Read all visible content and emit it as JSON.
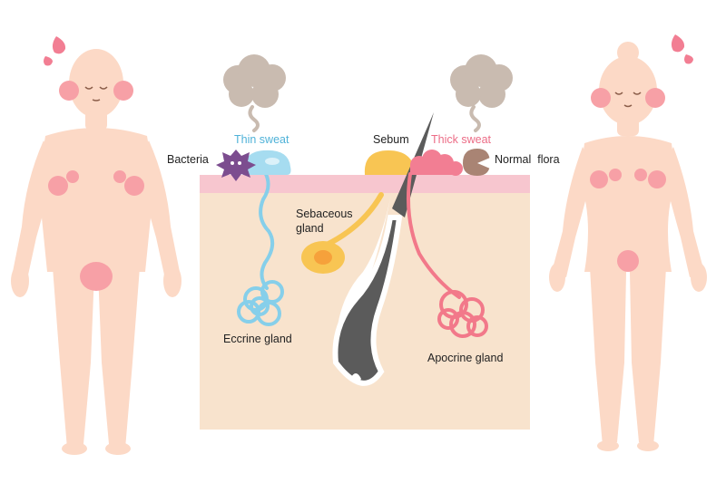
{
  "labels": {
    "bacteria": "Bacteria",
    "thin_sweat": "Thin sweat",
    "sebum": "Sebum",
    "thick_sweat": "Thick sweat",
    "normal_flora": "Normal  flora",
    "sebaceous_gland_line1": "Sebaceous",
    "sebaceous_gland_line2": "gland",
    "eccrine_gland": "Eccrine gland",
    "apocrine_gland": "Apocrine gland"
  },
  "colors": {
    "skin_body": "#fcd9c6",
    "skin_tissue": "#f8e3cd",
    "epidermis": "#f7c6cf",
    "hot_spot": "#f7a0a6",
    "eccrine": "#86cfea",
    "apocrine": "#f2798a",
    "sebum": "#f8c553",
    "hair": "#5b5b5b",
    "bacteria": "#7c4d8f",
    "normal_flora": "#a98474",
    "odor_cloud": "#c9bbb0",
    "sweat_drop": "#f27e93",
    "label_text": "#222222",
    "thin_sweat_text": "#4fb2d8",
    "thick_sweat_text": "#ec6c86"
  },
  "icons": [
    "sweat-drop-icon",
    "odor-cloud-icon",
    "bacteria-icon",
    "normal-flora-icon"
  ]
}
